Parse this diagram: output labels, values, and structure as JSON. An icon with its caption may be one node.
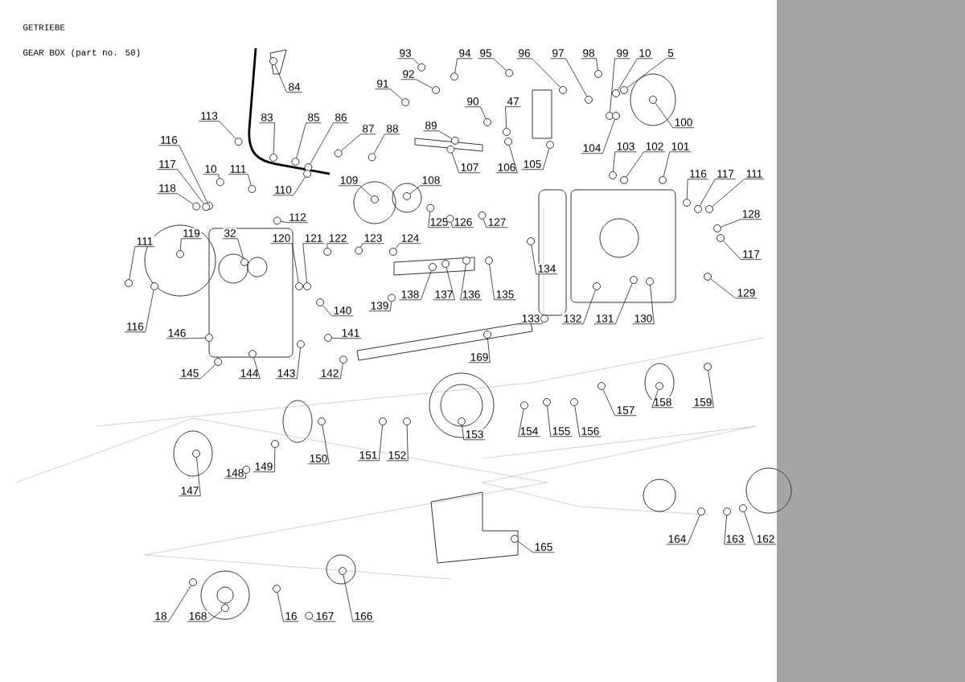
{
  "diagram": {
    "title": "GETRIEBE",
    "labels": [
      "GEAR BOX (part no. 50)"
    ],
    "nodes": [
      {
        "text": [
          "84"
        ]
      },
      {
        "text": [
          "113"
        ]
      },
      {
        "text": [
          "83"
        ]
      },
      {
        "text": [
          "85"
        ]
      },
      {
        "text": [
          "86"
        ]
      },
      {
        "text": [
          "87"
        ]
      },
      {
        "text": [
          "88"
        ]
      },
      {
        "text": [
          "91"
        ]
      },
      {
        "text": [
          "92"
        ]
      },
      {
        "text": [
          "93"
        ]
      },
      {
        "text": [
          "94"
        ]
      },
      {
        "text": [
          "95"
        ]
      },
      {
        "text": [
          "96"
        ]
      },
      {
        "text": [
          "97"
        ]
      },
      {
        "text": [
          "98"
        ]
      },
      {
        "text": [
          "99"
        ]
      },
      {
        "text": [
          "10"
        ]
      },
      {
        "text": [
          "5"
        ]
      },
      {
        "text": [
          "100"
        ]
      },
      {
        "text": [
          "89"
        ]
      },
      {
        "text": [
          "90"
        ]
      },
      {
        "text": [
          "47"
        ]
      },
      {
        "text": [
          "107"
        ]
      },
      {
        "text": [
          "106"
        ]
      },
      {
        "text": [
          "105"
        ]
      },
      {
        "text": [
          "104"
        ]
      },
      {
        "text": [
          "103"
        ]
      },
      {
        "text": [
          "102"
        ]
      },
      {
        "text": [
          "101"
        ]
      },
      {
        "text": [
          "116"
        ]
      },
      {
        "text": [
          "117"
        ]
      },
      {
        "text": [
          "111"
        ]
      },
      {
        "text": [
          "128"
        ]
      },
      {
        "text": [
          "117"
        ]
      },
      {
        "text": [
          "129"
        ]
      },
      {
        "text": [
          "109"
        ]
      },
      {
        "text": [
          "108"
        ]
      },
      {
        "text": [
          "125"
        ]
      },
      {
        "text": [
          "126"
        ]
      },
      {
        "text": [
          "127"
        ]
      },
      {
        "text": [
          "116"
        ]
      },
      {
        "text": [
          "117"
        ]
      },
      {
        "text": [
          "118"
        ]
      },
      {
        "text": [
          "10"
        ]
      },
      {
        "text": [
          "111"
        ]
      },
      {
        "text": [
          "110"
        ]
      },
      {
        "text": [
          "112"
        ]
      },
      {
        "text": [
          "119"
        ]
      },
      {
        "text": [
          "32"
        ]
      },
      {
        "text": [
          "120"
        ]
      },
      {
        "text": [
          "121"
        ]
      },
      {
        "text": [
          "122"
        ]
      },
      {
        "text": [
          "123"
        ]
      },
      {
        "text": [
          "124"
        ]
      },
      {
        "text": [
          "111"
        ]
      },
      {
        "text": [
          "116"
        ]
      },
      {
        "text": [
          "146"
        ]
      },
      {
        "text": [
          "145"
        ]
      },
      {
        "text": [
          "144"
        ]
      },
      {
        "text": [
          "143"
        ]
      },
      {
        "text": [
          "142"
        ]
      },
      {
        "text": [
          "141"
        ]
      },
      {
        "text": [
          "140"
        ]
      },
      {
        "text": [
          "139"
        ]
      },
      {
        "text": [
          "138"
        ]
      },
      {
        "text": [
          "137"
        ]
      },
      {
        "text": [
          "136"
        ]
      },
      {
        "text": [
          "135"
        ]
      },
      {
        "text": [
          "134"
        ]
      },
      {
        "text": [
          "133"
        ]
      },
      {
        "text": [
          "132"
        ]
      },
      {
        "text": [
          "131"
        ]
      },
      {
        "text": [
          "130"
        ]
      },
      {
        "text": [
          "169"
        ]
      },
      {
        "text": [
          "153"
        ]
      },
      {
        "text": [
          "152"
        ]
      },
      {
        "text": [
          "151"
        ]
      },
      {
        "text": [
          "150"
        ]
      },
      {
        "text": [
          "149"
        ]
      },
      {
        "text": [
          "148"
        ]
      },
      {
        "text": [
          "147"
        ]
      },
      {
        "text": [
          "154"
        ]
      },
      {
        "text": [
          "155"
        ]
      },
      {
        "text": [
          "156"
        ]
      },
      {
        "text": [
          "157"
        ]
      },
      {
        "text": [
          "158"
        ]
      },
      {
        "text": [
          "159"
        ]
      },
      {
        "text": [
          "165"
        ]
      },
      {
        "text": [
          "164"
        ]
      },
      {
        "text": [
          "163"
        ]
      },
      {
        "text": [
          "162"
        ]
      },
      {
        "text": [
          "18"
        ]
      },
      {
        "text": [
          "168"
        ]
      },
      {
        "text": [
          "16"
        ]
      },
      {
        "text": [
          "167"
        ]
      },
      {
        "text": [
          "166"
        ]
      },
      {
        "text": [],
        "shape": "circle"
      },
      {
        "text": [],
        "shape": "circle"
      },
      {
        "text": [],
        "shape": "circle"
      },
      {
        "text": [],
        "shape": "circle"
      },
      {
        "text": [],
        "shape": "circle"
      },
      {
        "text": [],
        "shape": "circle"
      },
      {
        "text": [],
        "shape": "circle"
      },
      {
        "text": [],
        "shape": "circle"
      },
      {
        "text": [],
        "shape": "circle"
      },
      {
        "text": [],
        "shape": "circle"
      },
      {
        "text": [],
        "shape": "circle"
      },
      {
        "text": [],
        "shape": "circle"
      },
      {
        "text": [],
        "shape": "circle"
      },
      {
        "text": [],
        "shape": "circle"
      },
      {
        "text": [],
        "shape": "circle"
      },
      {
        "text": [],
        "shape": "circle"
      },
      {
        "text": [],
        "shape": "circle"
      },
      {
        "text": [],
        "shape": "circle"
      },
      {
        "text": [],
        "shape": "circle"
      },
      {
        "text": [],
        "shape": "circle"
      },
      {
        "text": [],
        "shape": "circle"
      },
      {
        "text": [],
        "shape": "circle"
      },
      {
        "text": [],
        "shape": "circle"
      },
      {
        "text": [],
        "shape": "circle"
      },
      {
        "text": [],
        "shape": "circle"
      },
      {
        "text": [],
        "shape": "circle"
      },
      {
        "text": [],
        "shape": "circle"
      },
      {
        "text": [],
        "shape": "circle"
      },
      {
        "text": [],
        "shape": "circle"
      },
      {
        "text": [],
        "shape": "circle"
      },
      {
        "text": [],
        "shape": "circle"
      },
      {
        "text": [],
        "shape": "circle"
      },
      {
        "text": [],
        "shape": "circle"
      },
      {
        "text": [],
        "shape": "circle"
      },
      {
        "text": [],
        "shape": "circle"
      },
      {
        "text": [],
        "shape": "circle"
      },
      {
        "text": [],
        "shape": "circle"
      },
      {
        "text": [],
        "shape": "circle"
      },
      {
        "text": [],
        "shape": "circle"
      },
      {
        "text": [],
        "shape": "circle"
      },
      {
        "text": [],
        "shape": "circle"
      },
      {
        "text": [],
        "shape": "circle"
      },
      {
        "text": [],
        "shape": "circle"
      },
      {
        "text": [],
        "shape": "circle"
      },
      {
        "text": [],
        "shape": "circle"
      },
      {
        "text": [],
        "shape": "circle"
      },
      {
        "text": [],
        "shape": "circle"
      },
      {
        "text": [],
        "shape": "circle"
      },
      {
        "text": [],
        "shape": "circle"
      },
      {
        "text": [],
        "shape": "circle"
      },
      {
        "text": [],
        "shape": "circle"
      },
      {
        "text": [],
        "shape": "circle"
      },
      {
        "text": [],
        "shape": "circle"
      },
      {
        "text": [],
        "shape": "circle"
      },
      {
        "text": [],
        "shape": "circle"
      },
      {
        "text": [],
        "shape": "circle"
      },
      {
        "text": [],
        "shape": "circle"
      },
      {
        "text": [],
        "shape": "circle"
      },
      {
        "text": [],
        "shape": "circle"
      },
      {
        "text": [],
        "shape": "circle"
      },
      {
        "text": [],
        "shape": "circle"
      },
      {
        "text": [],
        "shape": "circle"
      },
      {
        "text": [],
        "shape": "circle"
      },
      {
        "text": [],
        "shape": "circle"
      },
      {
        "text": [],
        "shape": "circle"
      },
      {
        "text": [],
        "shape": "circle"
      },
      {
        "text": [],
        "shape": "circle"
      },
      {
        "text": [],
        "shape": "circle"
      },
      {
        "text": [],
        "shape": "circle"
      },
      {
        "text": [],
        "shape": "circle"
      },
      {
        "text": [],
        "shape": "circle"
      },
      {
        "text": [],
        "shape": "circle"
      },
      {
        "text": [],
        "shape": "circle"
      },
      {
        "text": [],
        "shape": "circle"
      },
      {
        "text": [],
        "shape": "circle"
      },
      {
        "text": [],
        "shape": "circle"
      },
      {
        "text": [],
        "shape": "circle"
      },
      {
        "text": [],
        "shape": "circle"
      },
      {
        "text": [],
        "shape": "circle"
      },
      {
        "text": [],
        "shape": "circle"
      },
      {
        "text": [],
        "shape": "circle"
      },
      {
        "text": [],
        "shape": "circle"
      },
      {
        "text": [],
        "shape": "circle"
      },
      {
        "text": [],
        "shape": "circle"
      },
      {
        "text": [],
        "shape": "circle"
      },
      {
        "text": [],
        "shape": "circle"
      },
      {
        "text": [],
        "shape": "circle"
      },
      {
        "text": [],
        "shape": "circle"
      },
      {
        "text": [],
        "shape": "circle"
      },
      {
        "text": [],
        "shape": "circle"
      },
      {
        "text": [],
        "shape": "circle"
      },
      {
        "text": [],
        "shape": "circle"
      },
      {
        "text": [],
        "shape": "circle"
      },
      {
        "text": [],
        "shape": "circle"
      },
      {
        "text": [],
        "shape": "circle"
      },
      {
        "text": [],
        "shape": "circle"
      }
    ],
    "edges": [
      {
        "from": 0,
        "to": 96,
        "arrow": "none"
      },
      {
        "from": 1,
        "to": 97,
        "arrow": "none"
      },
      {
        "from": 2,
        "to": 98,
        "arrow": "none"
      },
      {
        "from": 3,
        "to": 99,
        "arrow": "none"
      },
      {
        "from": 4,
        "to": 100,
        "arrow": "none"
      },
      {
        "from": 5,
        "to": 101,
        "arrow": "none"
      },
      {
        "from": 6,
        "to": 102,
        "arrow": "none"
      },
      {
        "from": 7,
        "to": 103,
        "arrow": "none"
      },
      {
        "from": 8,
        "to": 104,
        "arrow": "none"
      },
      {
        "from": 9,
        "to": 105,
        "arrow": "none"
      },
      {
        "from": 10,
        "to": 106,
        "arrow": "none"
      },
      {
        "from": 11,
        "to": 107,
        "arrow": "none"
      },
      {
        "from": 12,
        "to": 108,
        "arrow": "none"
      },
      {
        "from": 13,
        "to": 109,
        "arrow": "none"
      },
      {
        "from": 14,
        "to": 110,
        "arrow": "none"
      },
      {
        "from": 15,
        "to": 111,
        "arrow": "none"
      },
      {
        "from": 16,
        "to": 112,
        "arrow": "none"
      },
      {
        "from": 17,
        "to": 113,
        "arrow": "none"
      },
      {
        "from": 18,
        "to": 114,
        "arrow": "none"
      },
      {
        "from": 19,
        "to": 115,
        "arrow": "none"
      },
      {
        "from": 20,
        "to": 116,
        "arrow": "none"
      },
      {
        "from": 21,
        "to": 117,
        "arrow": "none"
      },
      {
        "from": 22,
        "to": 118,
        "arrow": "none"
      },
      {
        "from": 23,
        "to": 119,
        "arrow": "none"
      },
      {
        "from": 24,
        "to": 120,
        "arrow": "none"
      },
      {
        "from": 25,
        "to": 121,
        "arrow": "none"
      },
      {
        "from": 26,
        "to": 122,
        "arrow": "none"
      },
      {
        "from": 27,
        "to": 123,
        "arrow": "none"
      },
      {
        "from": 28,
        "to": 124,
        "arrow": "none"
      },
      {
        "from": 29,
        "to": 125,
        "arrow": "none"
      },
      {
        "from": 30,
        "to": 126,
        "arrow": "none"
      },
      {
        "from": 31,
        "to": 127,
        "arrow": "none"
      },
      {
        "from": 32,
        "to": 128,
        "arrow": "none"
      },
      {
        "from": 33,
        "to": 129,
        "arrow": "none"
      },
      {
        "from": 34,
        "to": 130,
        "arrow": "none"
      },
      {
        "from": 35,
        "to": 131,
        "arrow": "none"
      },
      {
        "from": 36,
        "to": 132,
        "arrow": "none"
      },
      {
        "from": 37,
        "to": 133,
        "arrow": "none"
      },
      {
        "from": 38,
        "to": 134,
        "arrow": "none"
      },
      {
        "from": 39,
        "to": 135,
        "arrow": "none"
      },
      {
        "from": 40,
        "to": 136,
        "arrow": "none"
      },
      {
        "from": 41,
        "to": 137,
        "arrow": "none"
      },
      {
        "from": 42,
        "to": 138,
        "arrow": "none"
      },
      {
        "from": 43,
        "to": 139,
        "arrow": "none"
      },
      {
        "from": 44,
        "to": 140,
        "arrow": "none"
      },
      {
        "from": 45,
        "to": 141,
        "arrow": "none"
      },
      {
        "from": 46,
        "to": 142,
        "arrow": "none"
      },
      {
        "from": 47,
        "to": 143,
        "arrow": "none"
      },
      {
        "from": 48,
        "to": 144,
        "arrow": "none"
      },
      {
        "from": 49,
        "to": 145,
        "arrow": "none"
      },
      {
        "from": 50,
        "to": 146,
        "arrow": "none"
      },
      {
        "from": 51,
        "to": 147,
        "arrow": "none"
      },
      {
        "from": 52,
        "to": 148,
        "arrow": "none"
      },
      {
        "from": 53,
        "to": 149,
        "arrow": "none"
      },
      {
        "from": 54,
        "to": 150,
        "arrow": "none"
      },
      {
        "from": 55,
        "to": 151,
        "arrow": "none"
      },
      {
        "from": 56,
        "to": 152,
        "arrow": "none"
      },
      {
        "from": 57,
        "to": 153,
        "arrow": "none"
      },
      {
        "from": 58,
        "to": 154,
        "arrow": "none"
      },
      {
        "from": 59,
        "to": 155,
        "arrow": "none"
      },
      {
        "from": 60,
        "to": 156,
        "arrow": "none"
      },
      {
        "from": 61,
        "to": 157,
        "arrow": "none"
      },
      {
        "from": 62,
        "to": 158,
        "arrow": "none"
      },
      {
        "from": 63,
        "to": 159,
        "arrow": "none"
      },
      {
        "from": 64,
        "to": 160,
        "arrow": "none"
      },
      {
        "from": 65,
        "to": 161,
        "arrow": "none"
      },
      {
        "from": 66,
        "to": 162,
        "arrow": "none"
      },
      {
        "from": 67,
        "to": 163,
        "arrow": "none"
      },
      {
        "from": 68,
        "to": 164,
        "arrow": "none"
      },
      {
        "from": 69,
        "to": 165,
        "arrow": "none"
      },
      {
        "from": 70,
        "to": 166,
        "arrow": "none"
      },
      {
        "from": 71,
        "to": 167,
        "arrow": "none"
      },
      {
        "from": 72,
        "to": 168,
        "arrow": "none"
      },
      {
        "from": 73,
        "to": 169,
        "arrow": "none"
      },
      {
        "from": 74,
        "to": 170,
        "arrow": "none"
      },
      {
        "from": 75,
        "to": 171,
        "arrow": "none"
      },
      {
        "from": 76,
        "to": 172,
        "arrow": "none"
      },
      {
        "from": 77,
        "to": 173,
        "arrow": "none"
      },
      {
        "from": 78,
        "to": 174,
        "arrow": "none"
      },
      {
        "from": 79,
        "to": 175,
        "arrow": "none"
      },
      {
        "from": 80,
        "to": 176,
        "arrow": "none"
      },
      {
        "from": 81,
        "to": 177,
        "arrow": "none"
      },
      {
        "from": 82,
        "to": 178,
        "arrow": "none"
      },
      {
        "from": 83,
        "to": 179,
        "arrow": "none"
      },
      {
        "from": 84,
        "to": 180,
        "arrow": "none"
      },
      {
        "from": 85,
        "to": 181,
        "arrow": "none"
      },
      {
        "from": 86,
        "to": 182,
        "arrow": "none"
      },
      {
        "from": 87,
        "to": 183,
        "arrow": "none"
      },
      {
        "from": 88,
        "to": 184,
        "arrow": "none"
      },
      {
        "from": 89,
        "to": 185,
        "arrow": "none"
      },
      {
        "from": 90,
        "to": 186,
        "arrow": "none"
      },
      {
        "from": 91,
        "to": 187,
        "arrow": "none"
      },
      {
        "from": 92,
        "to": 188,
        "arrow": "none"
      },
      {
        "from": 93,
        "to": 189,
        "arrow": "none"
      },
      {
        "from": 94,
        "to": 190,
        "arrow": "none"
      },
      {
        "from": 95,
        "to": 191,
        "arrow": "none"
      }
    ]
  }
}
